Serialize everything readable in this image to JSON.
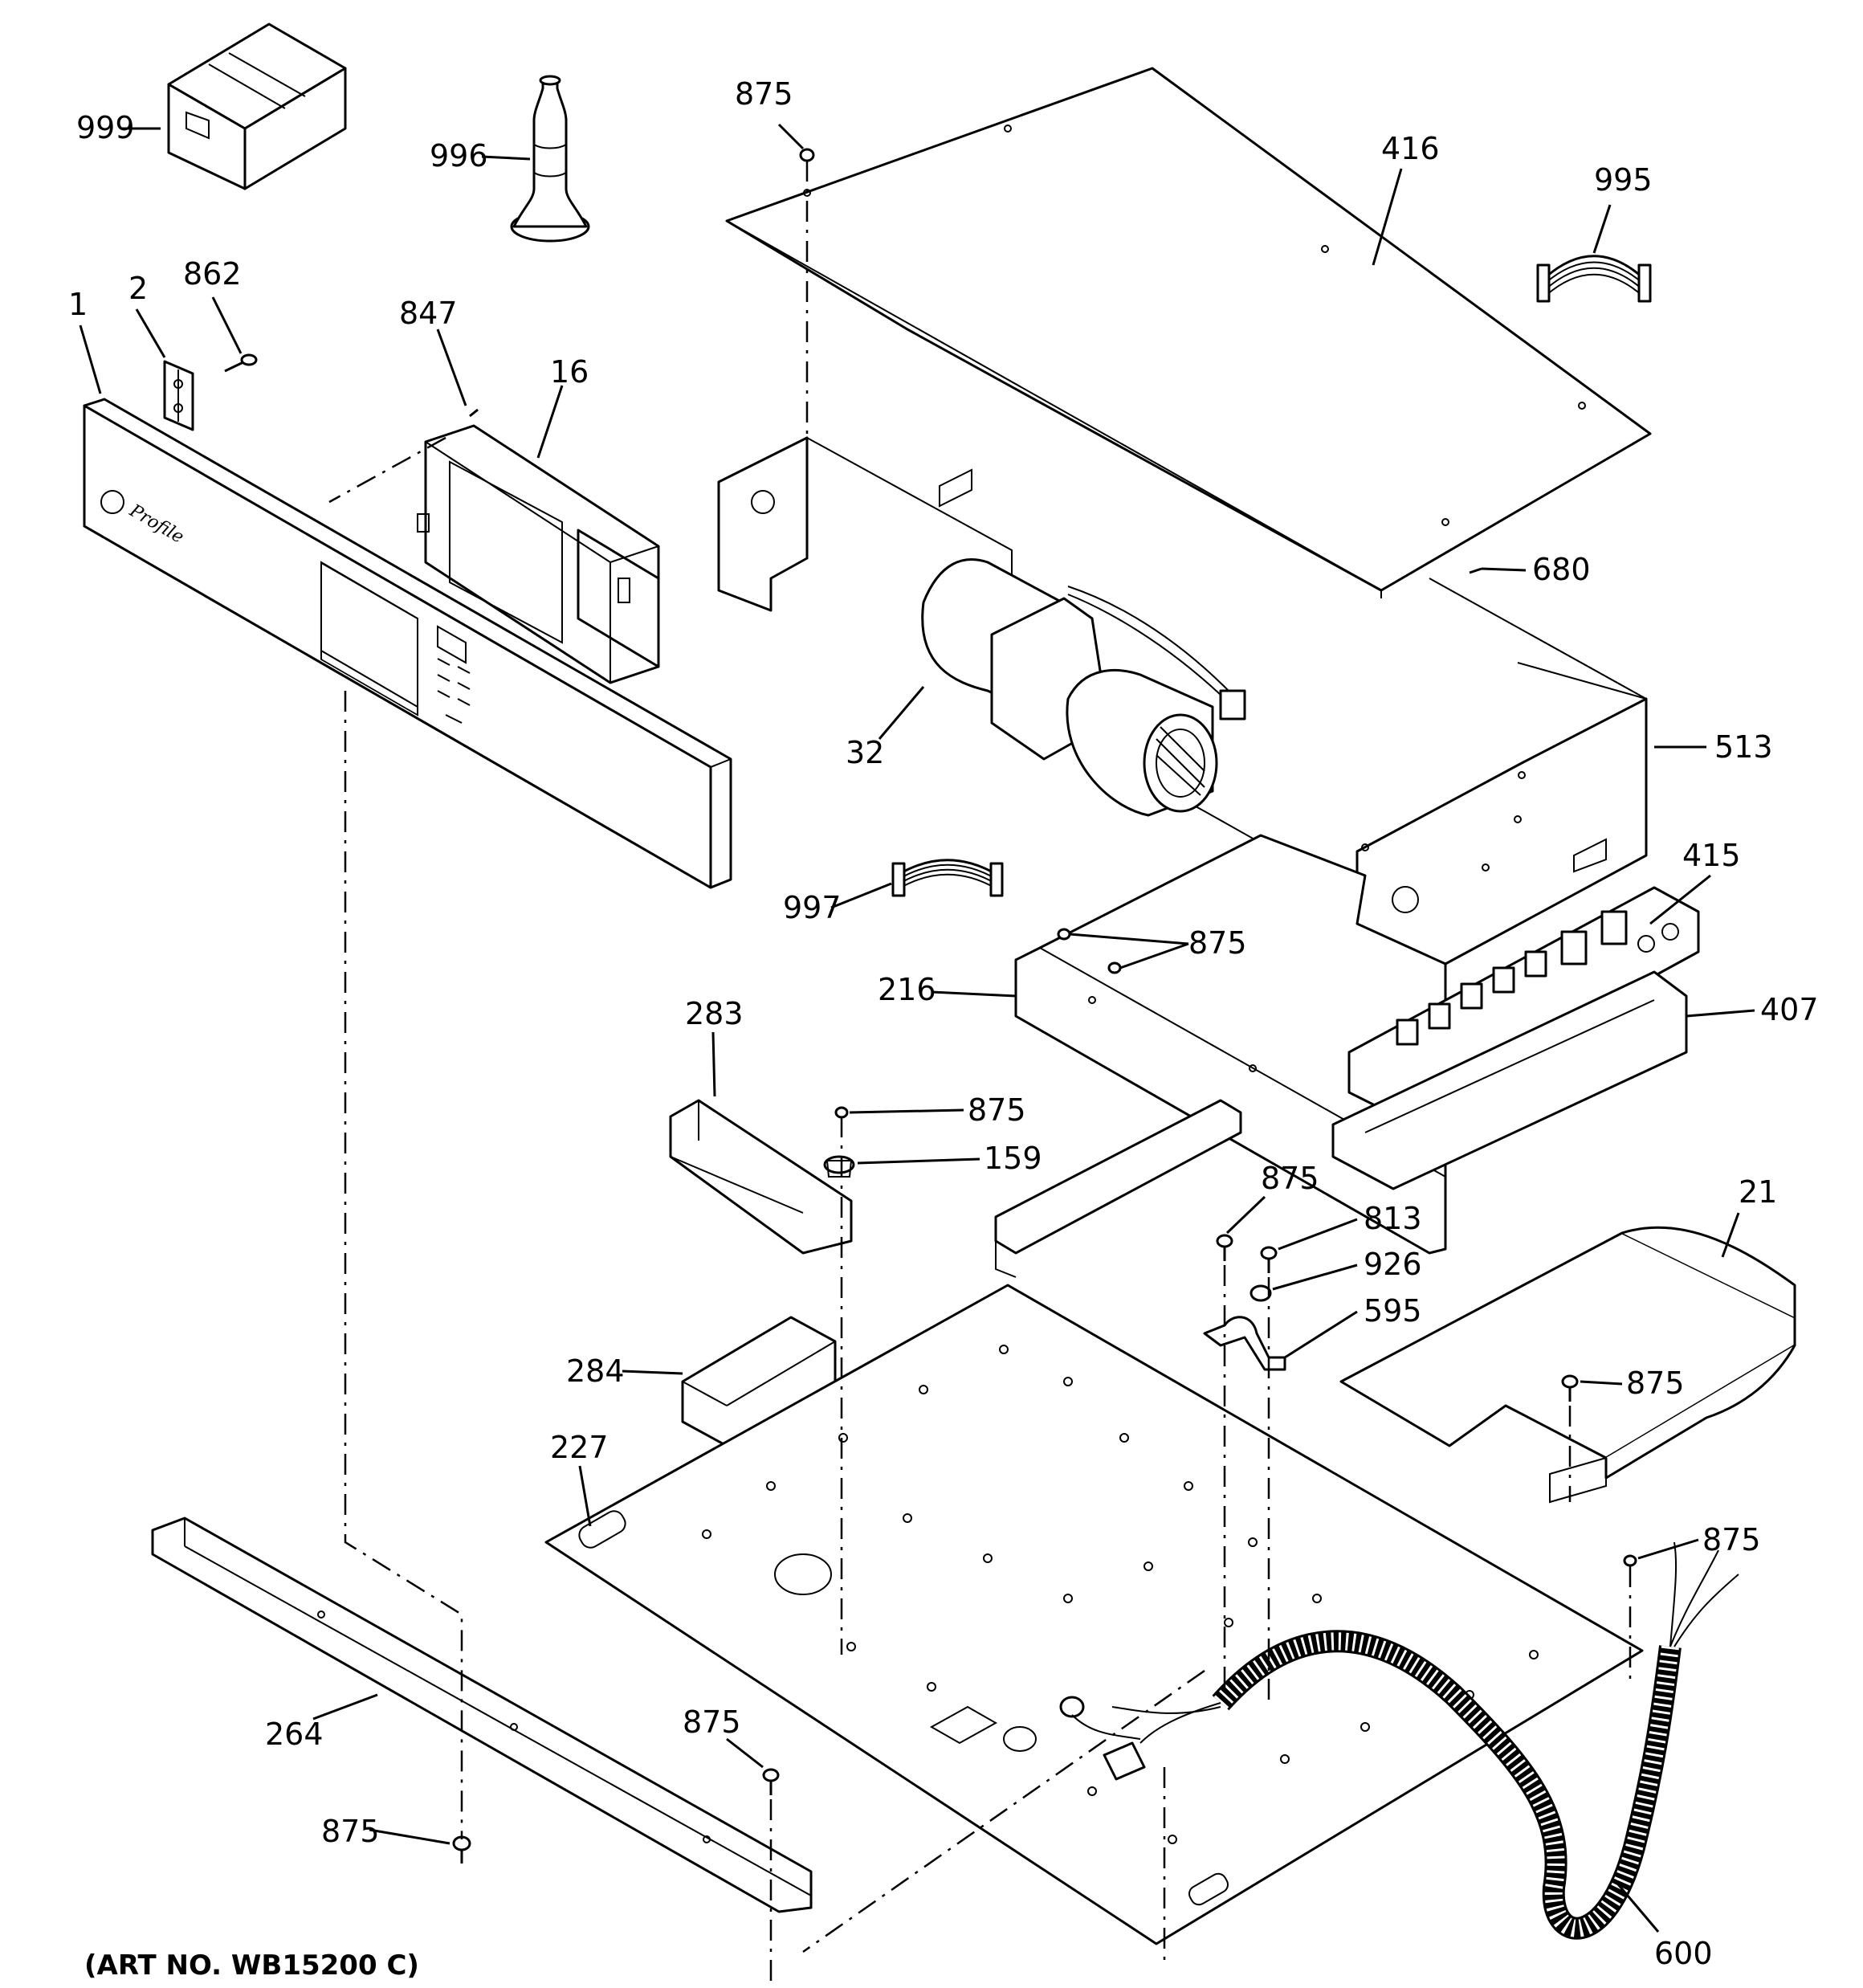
{
  "diagram": {
    "art_number": "(ART NO. WB15200 C)",
    "logo_text": "Profile",
    "callouts": [
      {
        "id": "c999",
        "label": "999"
      },
      {
        "id": "c996",
        "label": "996"
      },
      {
        "id": "c875a",
        "label": "875"
      },
      {
        "id": "c416",
        "label": "416"
      },
      {
        "id": "c995",
        "label": "995"
      },
      {
        "id": "c1",
        "label": "1"
      },
      {
        "id": "c2",
        "label": "2"
      },
      {
        "id": "c862",
        "label": "862"
      },
      {
        "id": "c847",
        "label": "847"
      },
      {
        "id": "c16",
        "label": "16"
      },
      {
        "id": "c680",
        "label": "680"
      },
      {
        "id": "c32",
        "label": "32"
      },
      {
        "id": "c513",
        "label": "513"
      },
      {
        "id": "c415",
        "label": "415"
      },
      {
        "id": "c997",
        "label": "997"
      },
      {
        "id": "c875b",
        "label": "875"
      },
      {
        "id": "c216",
        "label": "216"
      },
      {
        "id": "c407",
        "label": "407"
      },
      {
        "id": "c283",
        "label": "283"
      },
      {
        "id": "c875c",
        "label": "875"
      },
      {
        "id": "c159",
        "label": "159"
      },
      {
        "id": "c875d",
        "label": "875"
      },
      {
        "id": "c813",
        "label": "813"
      },
      {
        "id": "c21",
        "label": "21"
      },
      {
        "id": "c926",
        "label": "926"
      },
      {
        "id": "c595",
        "label": "595"
      },
      {
        "id": "c284",
        "label": "284"
      },
      {
        "id": "c875e",
        "label": "875"
      },
      {
        "id": "c227",
        "label": "227"
      },
      {
        "id": "c875f",
        "label": "875"
      },
      {
        "id": "c264",
        "label": "264"
      },
      {
        "id": "c875g",
        "label": "875"
      },
      {
        "id": "c875h",
        "label": "875"
      },
      {
        "id": "c600",
        "label": "600"
      }
    ]
  }
}
